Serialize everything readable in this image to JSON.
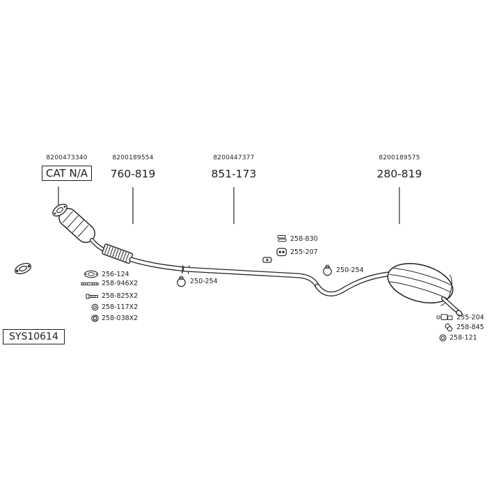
{
  "system": {
    "code": "SYS10614"
  },
  "colors": {
    "ink": "#262626",
    "background": "#ffffff"
  },
  "assemblies": [
    {
      "oem_ref": "8200473340",
      "part_no": "CAT N/A"
    },
    {
      "oem_ref": "8200189554",
      "part_no": "760-819"
    },
    {
      "oem_ref": "8200447377",
      "part_no": "851-173"
    },
    {
      "oem_ref": "8200189575",
      "part_no": "280-819"
    }
  ],
  "mounting_parts": {
    "left_column": [
      {
        "id": "256-124"
      },
      {
        "id": "258-946X2"
      },
      {
        "id": "258-825X2"
      },
      {
        "id": "258-117X2"
      },
      {
        "id": "258-038X2"
      }
    ],
    "center_column": [
      {
        "id": "258-830"
      },
      {
        "id": "255-207"
      }
    ],
    "front_clamp": {
      "id": "250-254"
    },
    "rear_clamp": {
      "id": "250-254"
    },
    "right_column": [
      {
        "id": "255-204"
      },
      {
        "id": "258-845"
      },
      {
        "id": "258-121"
      }
    ]
  }
}
